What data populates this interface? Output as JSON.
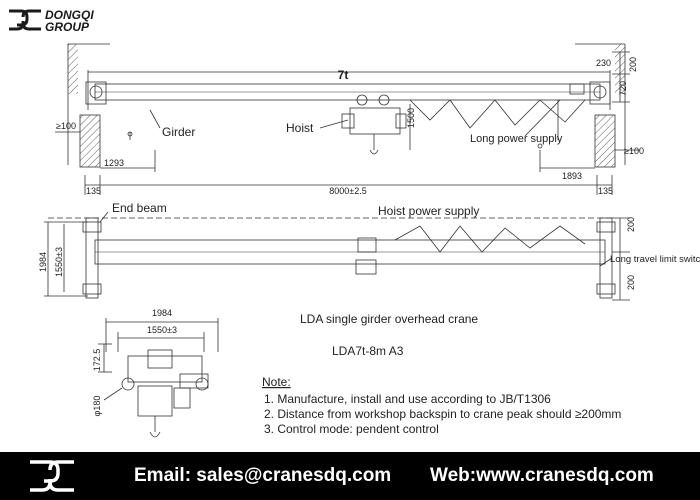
{
  "brand": {
    "name_line1": "DONGQI",
    "name_line2": "GROUP",
    "colors": {
      "primary": "#1a1a1a",
      "footer_bg": "#000000",
      "footer_text": "#ffffff"
    }
  },
  "elevation": {
    "capacity": "7t",
    "label_girder": "Girder",
    "label_hoist": "Hoist",
    "label_long_power": "Long power supply",
    "dim_span": "8000±2.5",
    "dim_left_end": "135",
    "dim_right_end": "135",
    "dim_left_hook": "1293",
    "dim_right_hook": "1893",
    "dim_left_clear": "≥100",
    "dim_right_clear": "≥100",
    "dim_hoist_height": "1500",
    "dim_top_230": "230",
    "dim_top_200": "200",
    "dim_top_720": "720"
  },
  "plan": {
    "label_end_beam": "End beam",
    "label_hoist_power": "Hoist power supply",
    "label_limit_switch": "Long travel limit switch",
    "dim_total": "1984",
    "dim_wheel": "1550±3",
    "dim_r1": "200",
    "dim_r2": "200"
  },
  "side": {
    "dim_total": "1984",
    "dim_wheel": "1550±3",
    "dim_height": "172.5",
    "dim_wheel_dia": "φ180"
  },
  "title": {
    "line1": "LDA single girder overhead crane",
    "line2": "LDA7t-8m A3"
  },
  "notes": {
    "heading": "Note:",
    "items": [
      "1. Manufacture, install and use according to JB/T1306",
      "2. Distance from workshop backspin to crane peak should ≥200mm",
      "3. Control mode: pendent control"
    ]
  },
  "footer": {
    "email": "Email: sales@cranesdq.com",
    "web": "Web:www.cranesdq.com"
  }
}
